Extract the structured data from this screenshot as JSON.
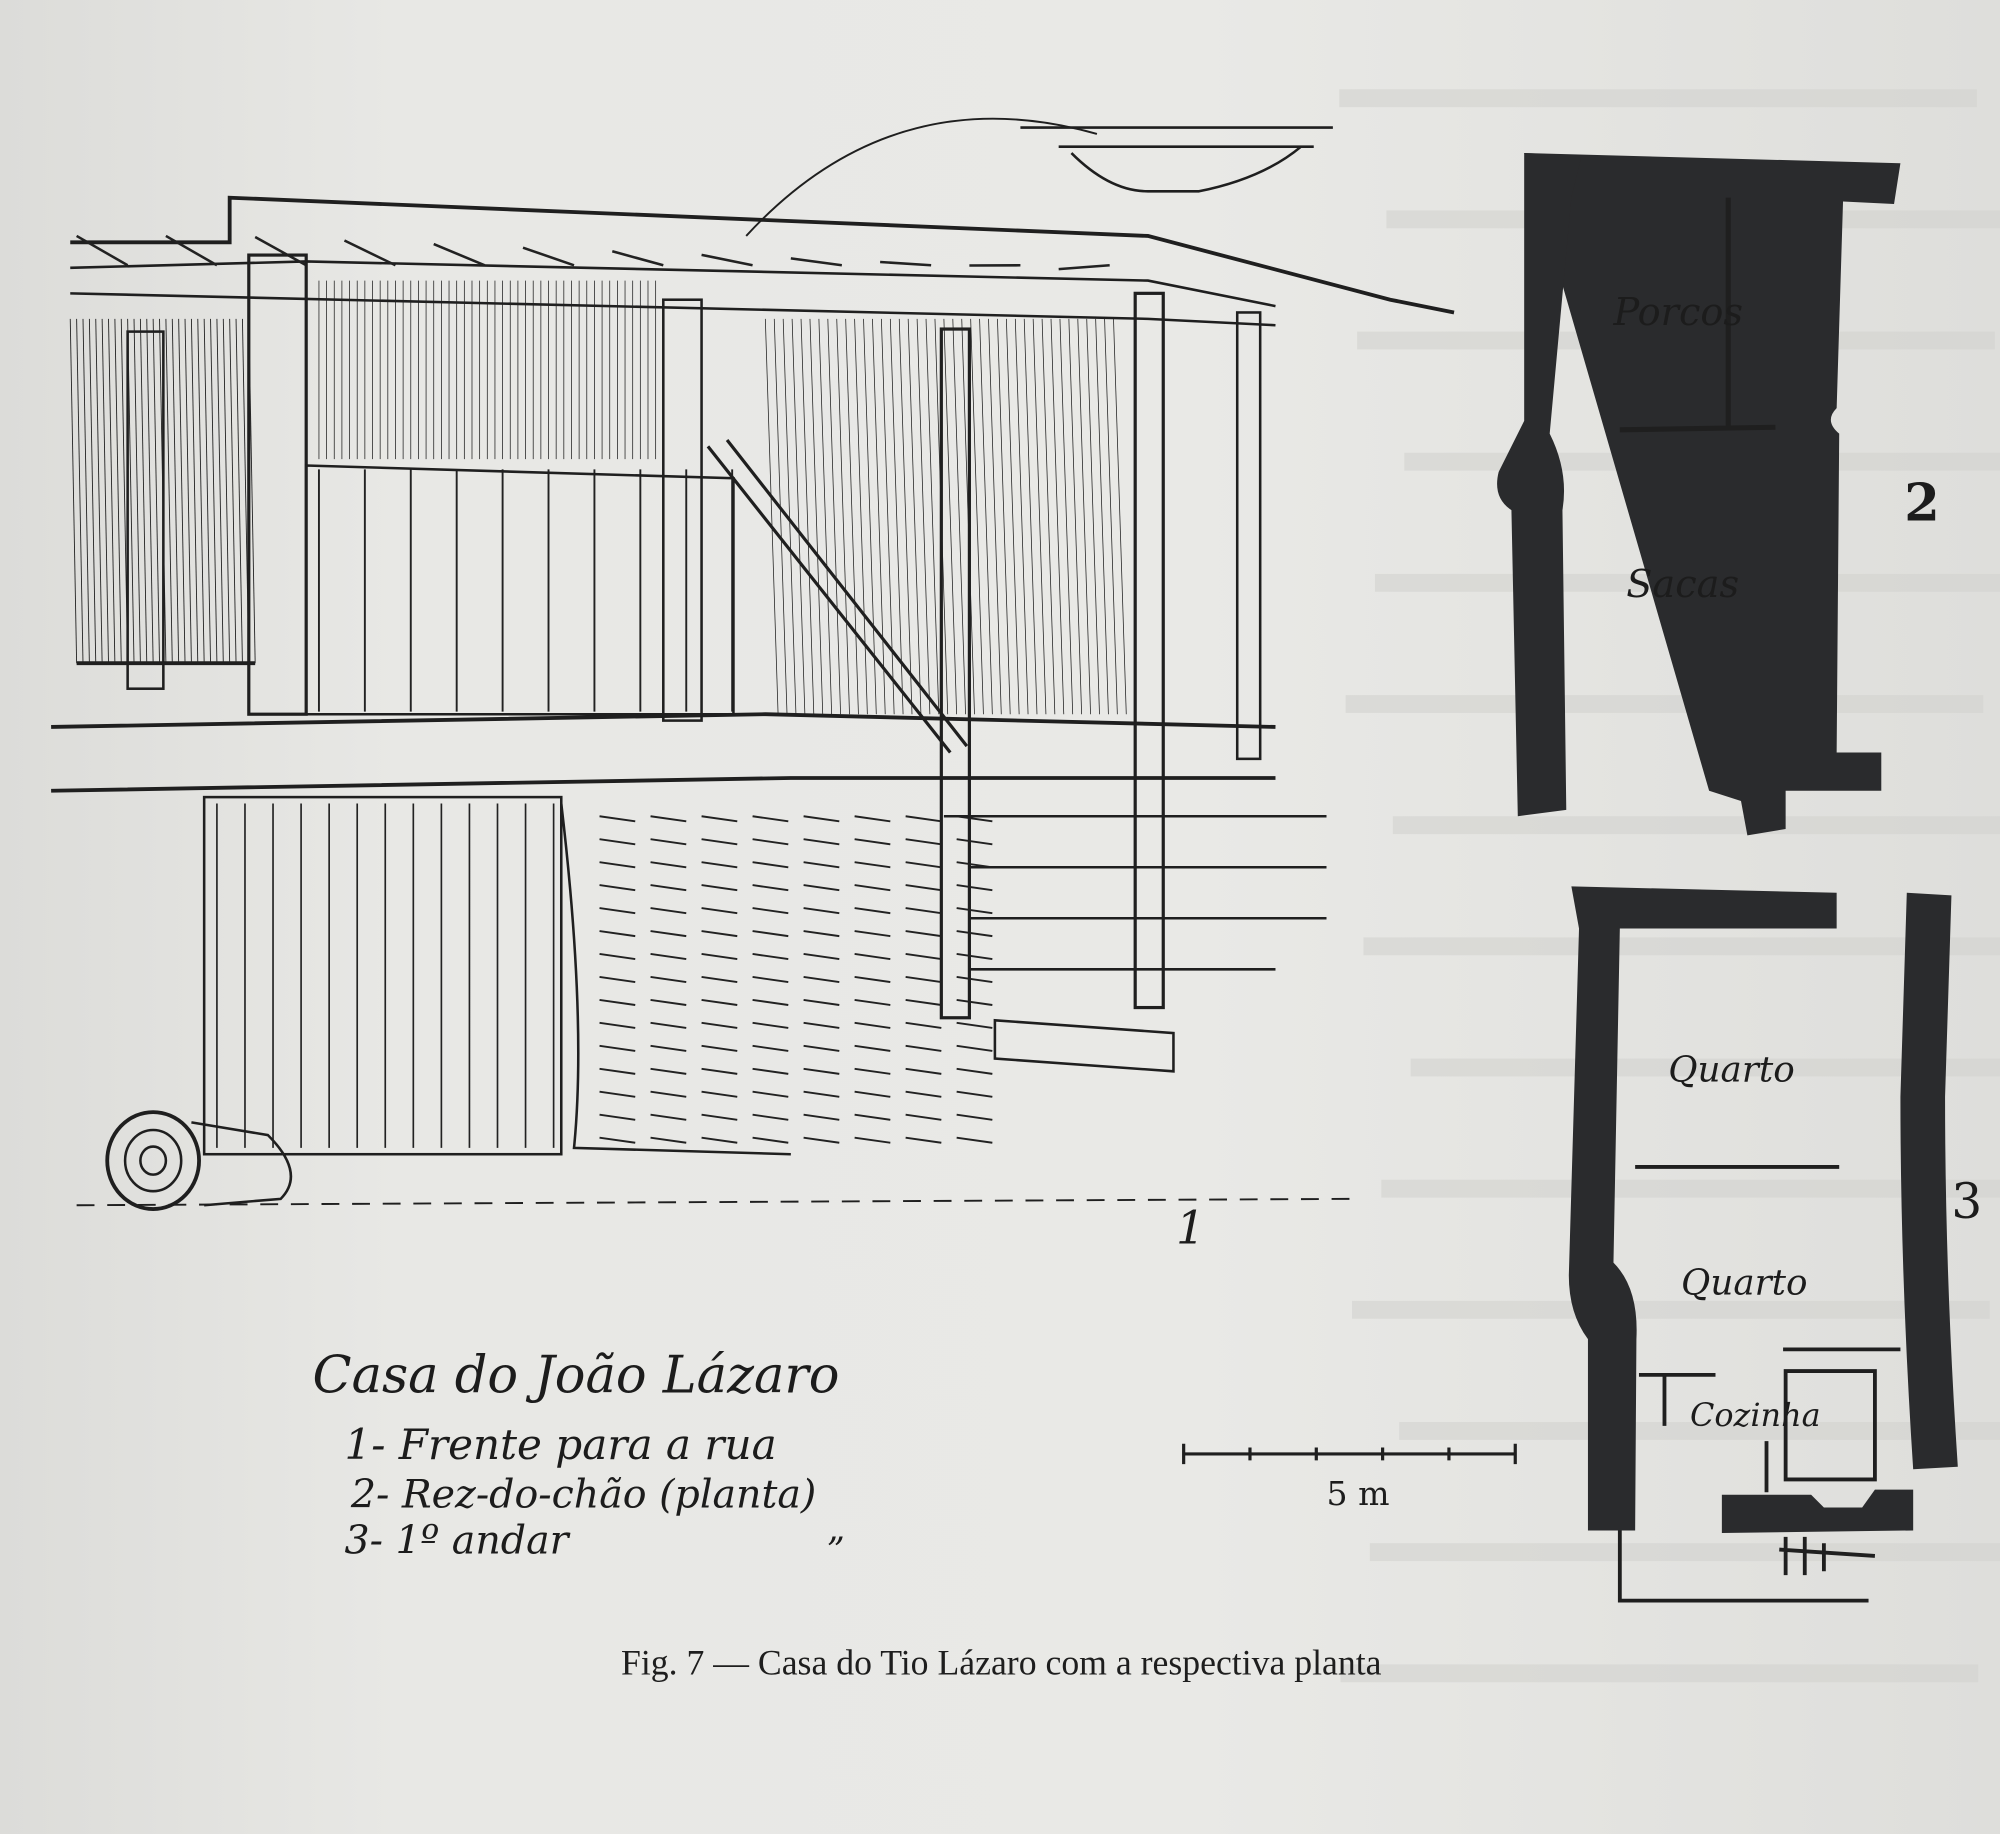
{
  "figure": {
    "caption": "Fig. 7 — Casa do Tio Lázaro com a respectiva planta",
    "sketch_number": "1",
    "legend": {
      "title": "Casa do João Lázaro",
      "items": [
        "1- Frente para a rua",
        "2- Rez-do-chão (planta)",
        "3- 1º andar"
      ],
      "ditto_mark": "”"
    },
    "scale_bar": {
      "label": "5 m"
    },
    "plans": [
      {
        "number": "2",
        "rooms": [
          "Porcos",
          "Sacas"
        ]
      },
      {
        "number": "3",
        "rooms": [
          "Quarto",
          "Quarto",
          "Cozinha"
        ]
      }
    ]
  },
  "colors": {
    "paper": "#e6e6e3",
    "ink": "#1f1f1f",
    "wall": "#2a2b2d"
  }
}
